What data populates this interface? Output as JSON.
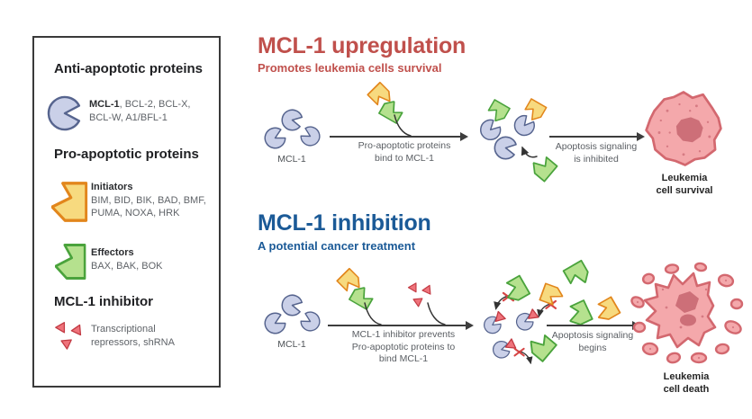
{
  "legend": {
    "anti_header": "Anti-apoptotic proteins",
    "anti_bold": "MCL-1",
    "anti_rest": ", BCL-2, BCL-X,",
    "anti_line2": "BCL-W, A1/BFL-1",
    "pro_header": "Pro-apoptotic proteins",
    "initiators_title": "Initiators",
    "initiators_line1": "BIM, BID, BIK, BAD, BMF,",
    "initiators_line2": "PUMA, NOXA, HRK",
    "effectors_title": "Effectors",
    "effectors_line1": "BAX, BAK, BOK",
    "inhibitor_header": "MCL-1 inhibitor",
    "inhibitor_line1": "Transcriptional",
    "inhibitor_line2": "repressors, shRNA"
  },
  "upregulation": {
    "title": "MCL-1 upregulation",
    "subtitle": "Promotes leukemia cells survival",
    "mcl1_label": "MCL-1",
    "step1_line1": "Pro-apoptotic proteins",
    "step1_line2": "bind to MCL-1",
    "step2_line1": "Apoptosis signaling",
    "step2_line2": "is inhibited",
    "result_line1": "Leukemia",
    "result_line2": "cell survival"
  },
  "inhibition": {
    "title": "MCL-1 inhibition",
    "subtitle": "A potential cancer treatment",
    "mcl1_label": "MCL-1",
    "step1_line1": "MCL-1 inhibitor prevents",
    "step1_line2": "Pro-apoptotic proteins to",
    "step1_line3": "bind MCL-1",
    "step2_line1": "Apoptosis signaling",
    "step2_line2": "begins",
    "result_line1": "Leukemia",
    "result_line2": "cell death"
  },
  "colors": {
    "upregulation_accent": "#c0504c",
    "inhibition_accent": "#1b5a97",
    "mcl1_fill": "#cad0e8",
    "mcl1_stroke": "#56648e",
    "initiator_fill": "#f7da7f",
    "initiator_stroke": "#e2861c",
    "effector_fill": "#b5e18e",
    "effector_stroke": "#4aa33c",
    "inhibitor_fill": "#ef737b",
    "inhibitor_stroke": "#c23a43",
    "cell_fill": "#f4a8ab",
    "cell_stroke": "#d3686f",
    "nucleus_fill": "#cd6f78",
    "annotation_text": "#5a5e63",
    "arrow": "#3d3d3d"
  },
  "icons": {
    "mcl1": "pacman-circle-with-notch",
    "initiator": "left-pointing-notched-arrow",
    "effector": "left-pointing-notched-arrow",
    "inhibitor": "three-triangle-fragments",
    "blocked": "red-x-mark"
  }
}
